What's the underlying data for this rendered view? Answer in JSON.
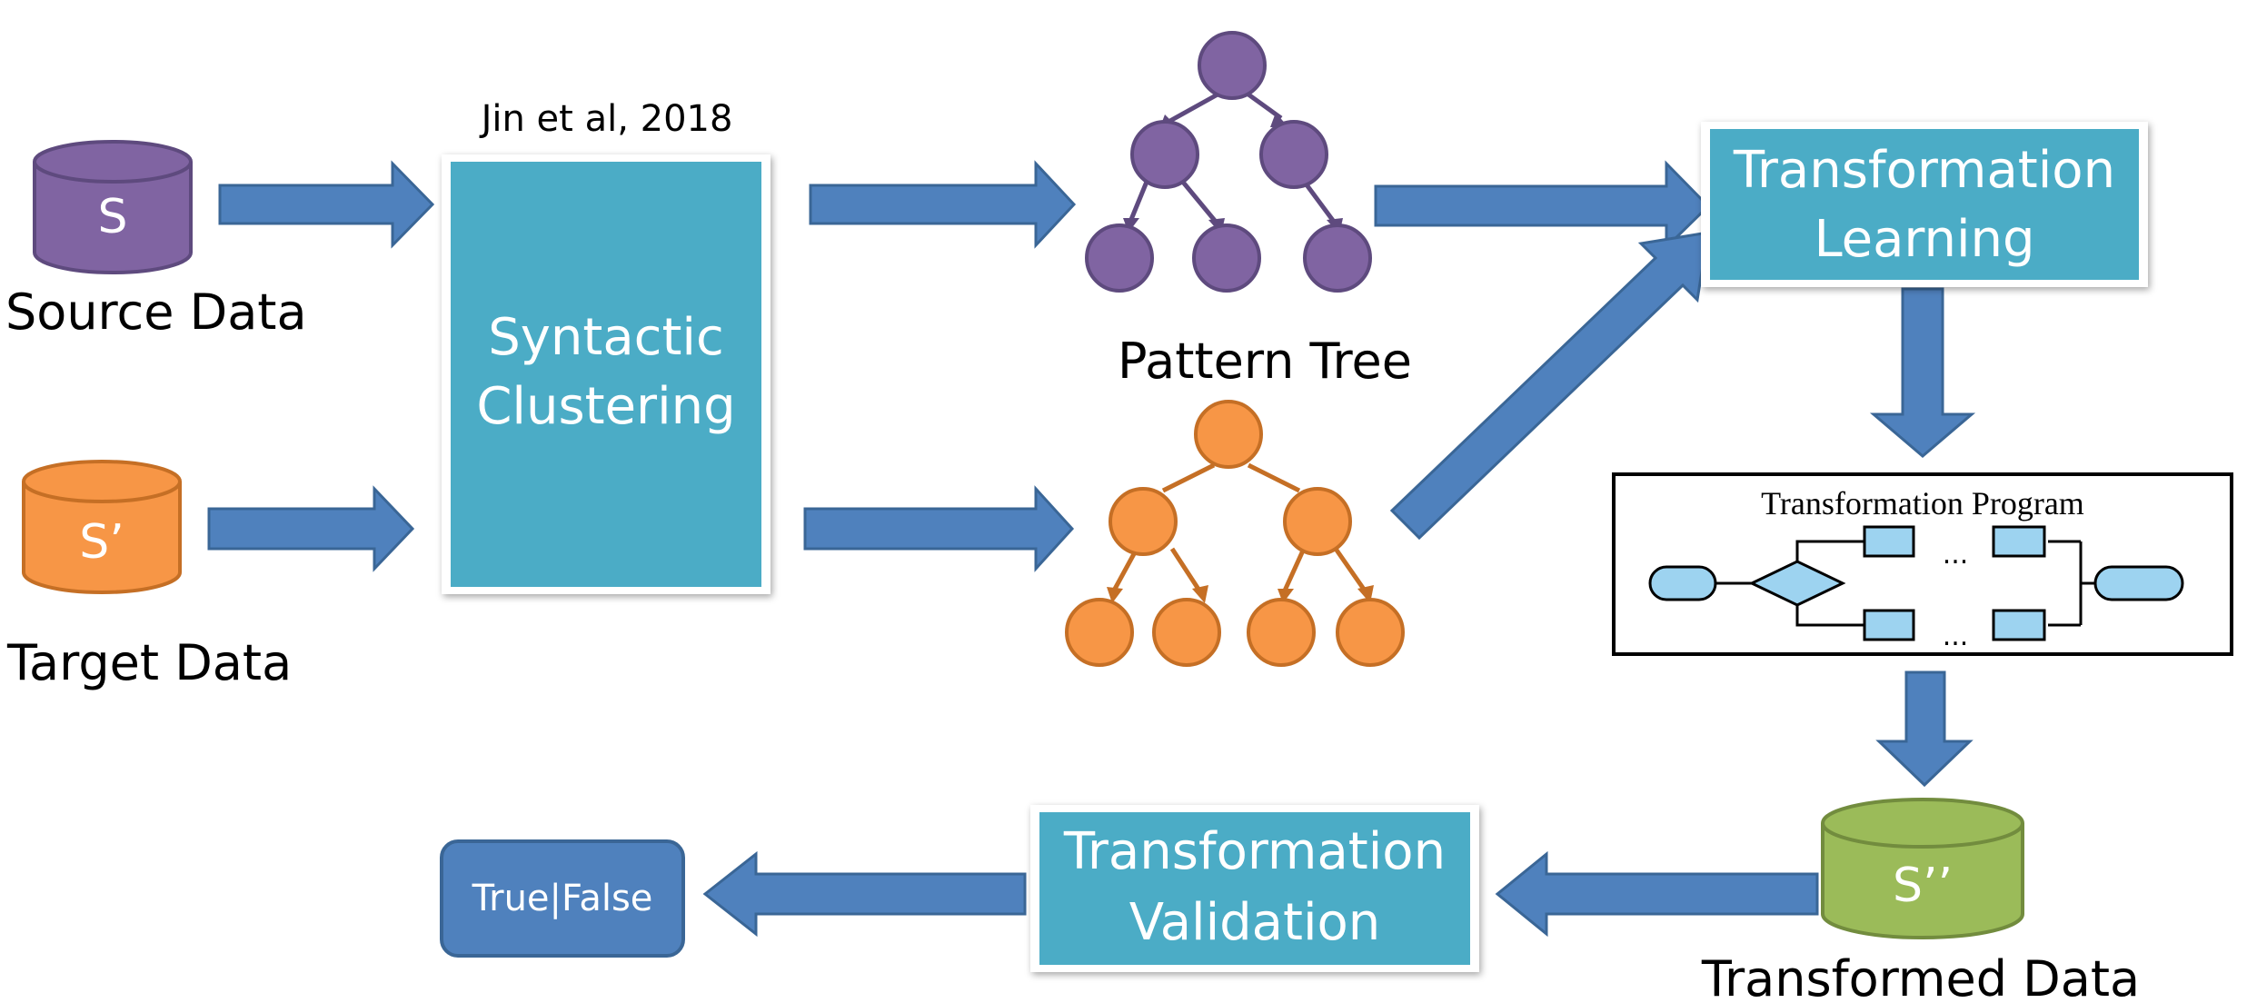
{
  "source": {
    "db_label": "S",
    "caption": "Source Data",
    "color": "#8064A2"
  },
  "target": {
    "db_label": "S’",
    "caption": "Target Data",
    "color": "#F79646"
  },
  "transformed": {
    "db_label": "S’’",
    "caption": "Transformed Data",
    "color": "#9BBB59"
  },
  "citation": "Jin et al, 2018",
  "clustering": {
    "line1": "Syntactic",
    "line2": "Clustering"
  },
  "pattern_tree_caption": "Pattern Tree",
  "learning": {
    "line1": "Transformation",
    "line2": "Learning"
  },
  "program": {
    "title": "Transformation Program",
    "ellipsis_top": "...",
    "ellipsis_bottom": "..."
  },
  "validation": {
    "line1": "Transformation",
    "line2": "Validation"
  },
  "result": "True|False",
  "colors": {
    "arrow": "#4F81BD",
    "arrow_border": "#3A6696",
    "teal_box": "#4BACC6",
    "purple_tree": "#8064A2",
    "orange_tree": "#F79646",
    "program_shape": "#9DD3F0",
    "result_box": "#4F81BD"
  }
}
